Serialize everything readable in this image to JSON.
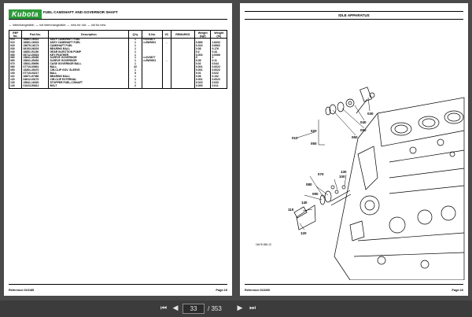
{
  "left_page": {
    "logo": "Kubota",
    "title": "FUEL CAMSHAFT AND GOVERNOR SHAFT",
    "legend": "↔ interchangeable;   ↔ not interchangeable;   ← new for old;   → old for new",
    "headers": [
      "REF No.",
      "Part No.",
      "Description",
      "Q'ty",
      "S.No.",
      "I/C",
      "REMARKS",
      "Weight (kgf)",
      "Weight (lb)"
    ],
    "rows": [
      [
        "010",
        "16861-16022",
        "ASSY CAMSHAFT FUEL",
        "1",
        "<=3V3877",
        "",
        "",
        "",
        ""
      ],
      [
        "010",
        "16861-16024",
        "ASSY CAMSHAFT FUEL",
        "1",
        ">=5W0001",
        "←",
        "",
        "0.836",
        "1.8432"
      ],
      [
        "020",
        "15675-16173",
        "CAMSHAFT FUEL",
        "1",
        "",
        "",
        "",
        "0.316",
        "0.6962"
      ],
      [
        "030",
        "08153-06203",
        "BEARING BALL",
        "1",
        "",
        "",
        "",
        "0.08",
        "0.176"
      ],
      [
        "040",
        "16851-51150",
        "GEAR INJECTION PUMP",
        "1",
        "",
        "",
        "",
        "0.2",
        "0.44"
      ],
      [
        "050",
        "05712-00515",
        "KEY FEATHER",
        "1",
        "",
        "",
        "",
        "0.003",
        "0.0066"
      ],
      [
        "060",
        "15841-35450",
        "SLEEVE GOVERNOR",
        "1",
        "<=3V3877",
        "",
        "",
        "0",
        "0"
      ],
      [
        "060",
        "15841-35452",
        "SLEEVE GOVERNOR",
        "1",
        ">=5W0001",
        "←",
        "",
        "0.05",
        "0.11"
      ],
      [
        "070",
        "15841-55690",
        "CASE GOVERNOR BALL",
        "1",
        "",
        "",
        "",
        "0.02",
        "0.044"
      ],
      [
        "080",
        "07715-00801",
        "BALL",
        "32",
        "",
        "",
        "",
        "0.001",
        "0.0022"
      ],
      [
        "090",
        "15261-35470",
        "CIR-CLIP GOV. SLEEVE",
        "1",
        "",
        "",
        "",
        "0.001",
        "0.0022"
      ],
      [
        "100",
        "07715-03217",
        "BALL",
        "5",
        "",
        "",
        "",
        "0.01",
        "0.022"
      ],
      [
        "110",
        "16871-97380",
        "BEARING BALL",
        "1",
        "",
        "",
        "",
        "0.06",
        "0.132"
      ],
      [
        "120",
        "04612-00170",
        "CIR-CLIP EXTERNAL",
        "1",
        "",
        "",
        "",
        "0.001",
        "0.0022"
      ],
      [
        "130",
        "15841-16320",
        "STOPPER FUEL,C/SHAFT",
        "1",
        "",
        "",
        "",
        "0.015",
        "0.033"
      ],
      [
        "140",
        "01023-50612",
        "BOLT",
        "2",
        "",
        "",
        "",
        "0.005",
        "0.011"
      ]
    ],
    "reference": "Reference:010185",
    "page": "Page:15"
  },
  "right_page": {
    "title": "IDLE APPARATUS",
    "callouts": [
      "010",
      "020",
      "050",
      "030",
      "040",
      "050",
      "060",
      "070",
      "080",
      "090",
      "100",
      "110",
      "120",
      "130",
      "140"
    ],
    "figure_code": "16x76-066-13",
    "reference": "Reference:010200",
    "page": "Page:16"
  },
  "viewer": {
    "current_page": "33",
    "total_pages": "/ 353",
    "first_icon": "first-page-icon",
    "prev_icon": "previous-page-icon",
    "next_icon": "next-page-icon",
    "last_icon": "last-page-icon"
  },
  "colors": {
    "brand_green": "#2e9b3a",
    "viewer_bg": "#4a4a4a",
    "toolbar_bg": "#3c3c3c"
  }
}
